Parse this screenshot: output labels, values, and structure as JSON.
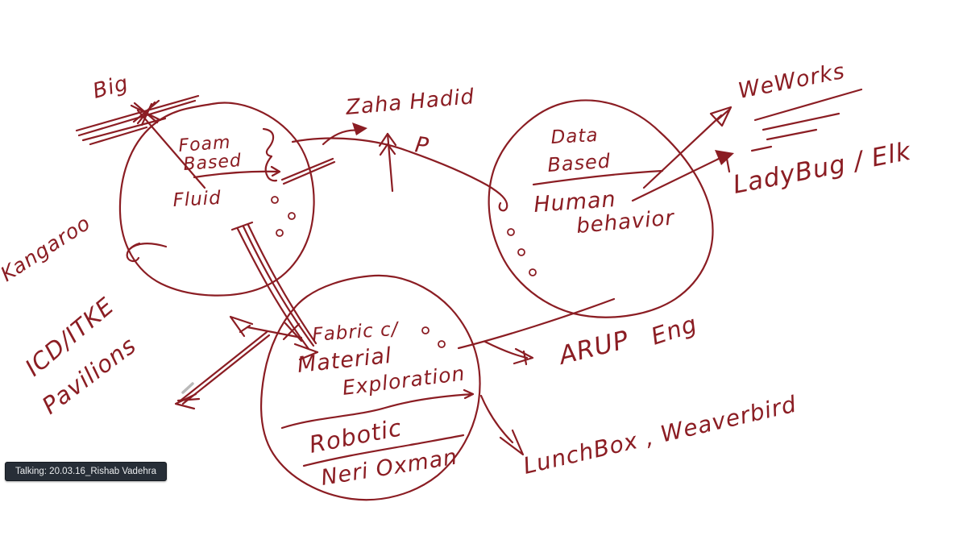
{
  "ink_color": "#8b1d23",
  "pencil_color": "#b9b9b9",
  "background": "#ffffff",
  "status_chip": {
    "label": "Talking: 20.03.16_Rishab Vadehra",
    "bg": "#272e37",
    "text_color": "#eaecee"
  },
  "bubbles": {
    "foam_fluid": {
      "title_line1": "Foam",
      "title_line2": "Based",
      "body": "Fluid"
    },
    "data_human": {
      "title_line1": "Data",
      "title_line2": "Based",
      "body_line1": "Human",
      "body_line2": "behavior"
    },
    "material": {
      "header": "Fabric c/",
      "line2": "Material",
      "line3": "Exploration",
      "line4": "Robotic",
      "line5": "Neri Oxman"
    }
  },
  "callouts": {
    "big": "Big",
    "zaha_hadid": "Zaha Hadid",
    "p_note": "P",
    "weworks": "WeWorks",
    "ladybug_elk": "LadyBug / Elk",
    "kangaroo": "Kangaroo",
    "icd_itke": "ICD/ITKE",
    "pavilions": "Pavilions",
    "arup": "ARUP",
    "eng": "Eng",
    "lunchbox_weaverbird": "LunchBox , Weaverbird"
  }
}
